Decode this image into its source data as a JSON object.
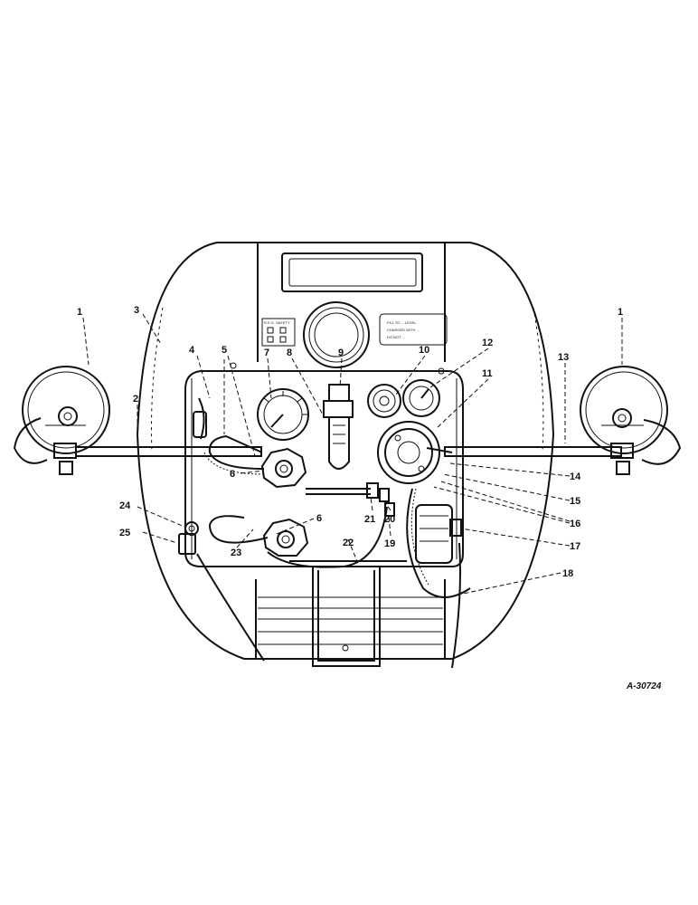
{
  "figure_id": "A-30724",
  "callouts": [
    {
      "id": "c1a",
      "text": "1"
    },
    {
      "id": "c1b",
      "text": "1"
    },
    {
      "id": "c2",
      "text": "2"
    },
    {
      "id": "c3",
      "text": "3"
    },
    {
      "id": "c4",
      "text": "4"
    },
    {
      "id": "c5",
      "text": "5"
    },
    {
      "id": "c6a",
      "text": "6"
    },
    {
      "id": "c6b",
      "text": "6"
    },
    {
      "id": "c7",
      "text": "7"
    },
    {
      "id": "c8",
      "text": "8"
    },
    {
      "id": "c9",
      "text": "9"
    },
    {
      "id": "c10",
      "text": "10"
    },
    {
      "id": "c11",
      "text": "11"
    },
    {
      "id": "c12",
      "text": "12"
    },
    {
      "id": "c13",
      "text": "13"
    },
    {
      "id": "c14",
      "text": "14"
    },
    {
      "id": "c15",
      "text": "15"
    },
    {
      "id": "c16",
      "text": "16"
    },
    {
      "id": "c17",
      "text": "17"
    },
    {
      "id": "c18",
      "text": "18"
    },
    {
      "id": "c19",
      "text": "19"
    },
    {
      "id": "c20",
      "text": "20"
    },
    {
      "id": "c21",
      "text": "21"
    },
    {
      "id": "c22",
      "text": "22"
    },
    {
      "id": "c23",
      "text": "23"
    },
    {
      "id": "c24",
      "text": "24"
    },
    {
      "id": "c25",
      "text": "25"
    }
  ],
  "plates": {
    "left_plate_header": "R.E.G. SAFETY",
    "right_plate_lines": [
      "FILL TO ... LEVEL",
      "CHARGED WITH ...",
      "DO NOT ..."
    ]
  }
}
